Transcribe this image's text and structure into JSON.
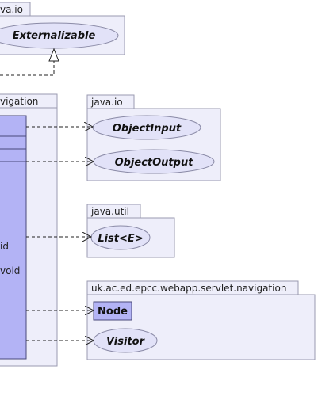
{
  "packages": {
    "java_io_top": {
      "label": "va.io"
    },
    "navigation_left": {
      "label": "vigation"
    },
    "java_io": {
      "label": "java.io"
    },
    "java_util": {
      "label": "java.util"
    },
    "servlet_navigation": {
      "label": "uk.ac.ed.epcc.webapp.servlet.navigation"
    }
  },
  "interfaces": {
    "externalizable": {
      "label": "Externalizable"
    },
    "object_input": {
      "label": "ObjectInput"
    },
    "object_output": {
      "label": "ObjectOutput"
    },
    "list": {
      "label": "List<E>"
    },
    "visitor": {
      "label": "Visitor"
    }
  },
  "classes": {
    "node": {
      "label": "Node"
    }
  },
  "left_class": {
    "members": [
      "id",
      "void"
    ]
  },
  "colors": {
    "package_fill": "#eeeefa",
    "package_stroke": "#9a9ab0",
    "interface_fill": "#e2e2f8",
    "class_fill": "#b3b3f5",
    "line": "#222222"
  }
}
